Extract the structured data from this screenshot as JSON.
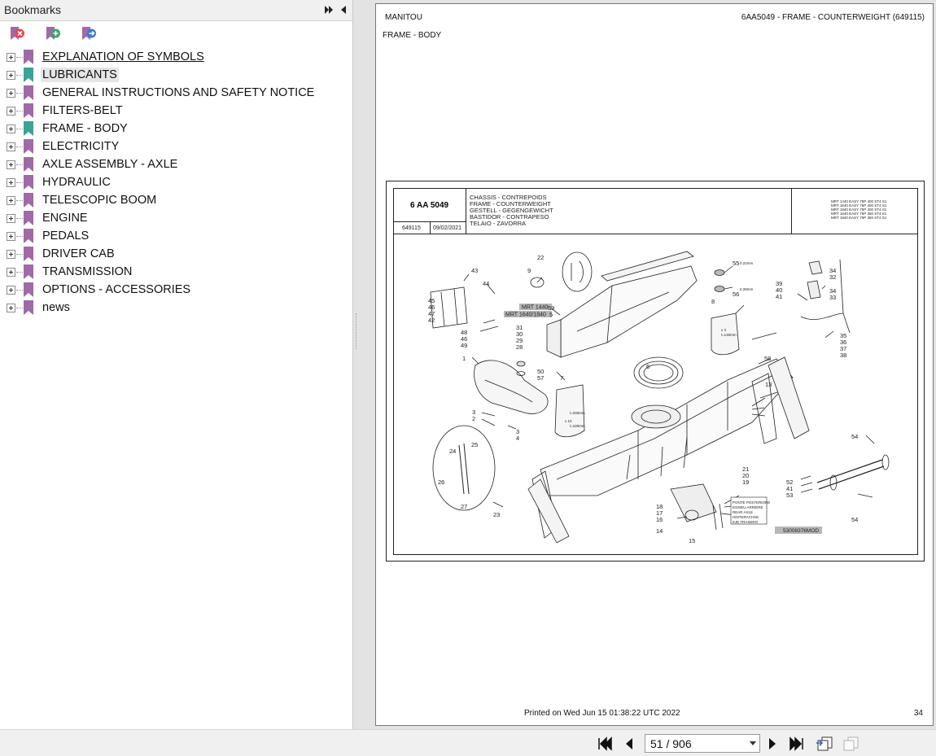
{
  "sidebar": {
    "title": "Bookmarks",
    "toolbar": [
      "remove-bookmark-icon",
      "add-bookmark-icon",
      "goto-bookmark-icon"
    ],
    "items": [
      {
        "label": "EXPLANATION OF SYMBOLS",
        "flag": "#a06aa6",
        "state": "hover"
      },
      {
        "label": "LUBRICANTS",
        "flag": "#3aa39a",
        "state": "active"
      },
      {
        "label": "GENERAL INSTRUCTIONS AND SAFETY NOTICE",
        "flag": "#a06aa6",
        "state": ""
      },
      {
        "label": "FILTERS-BELT",
        "flag": "#a06aa6",
        "state": ""
      },
      {
        "label": "FRAME - BODY",
        "flag": "#3aa39a",
        "state": ""
      },
      {
        "label": "ELECTRICITY",
        "flag": "#a06aa6",
        "state": ""
      },
      {
        "label": "AXLE ASSEMBLY - AXLE",
        "flag": "#a06aa6",
        "state": ""
      },
      {
        "label": "HYDRAULIC",
        "flag": "#a06aa6",
        "state": ""
      },
      {
        "label": "TELESCOPIC BOOM",
        "flag": "#a06aa6",
        "state": ""
      },
      {
        "label": "ENGINE",
        "flag": "#a06aa6",
        "state": ""
      },
      {
        "label": "PEDALS",
        "flag": "#a06aa6",
        "state": ""
      },
      {
        "label": "DRIVER CAB",
        "flag": "#a06aa6",
        "state": ""
      },
      {
        "label": "TRANSMISSION",
        "flag": "#a06aa6",
        "state": ""
      },
      {
        "label": "OPTIONS - ACCESSORIES",
        "flag": "#a06aa6",
        "state": ""
      },
      {
        "label": "news",
        "flag": "#a06aa6",
        "state": ""
      }
    ]
  },
  "page": {
    "brand": "MANITOU",
    "header_right": "6AA5049 - FRAME - COUNTERWEIGHT (649115)",
    "section": "FRAME - BODY",
    "footer_printed": "Printed on   Wed Jun 15 01:38:22 UTC 2022",
    "page_number": "34",
    "title_block": {
      "code": "6 AA 5049",
      "ref": "649115",
      "date": "09/02/2021",
      "names": [
        "CHASSIS - CONTREPOIDS",
        "FRAME - COUNTERWEIGHT",
        "GESTELL - GEGENGEWICHT",
        "BASTIDOR - CONTRAPESO",
        "TELAIO - ZAVORRA"
      ],
      "models": [
        "MRT 1440 EASY 75P 400 ST4 S1",
        "MRT 1640 EASY 75P 400 ST4 S1",
        "MRT 1840 EASY 75P 400 ST4 S1",
        "MRT 1640 EASY 75P 360 ST4 S1",
        "MRT 1840 EASY 75P 360 ST4 S1"
      ]
    },
    "drawing": {
      "labels": [
        "MRT 1440",
        "MRT 1640/1840"
      ],
      "note_box": [
        "PONTE POSTERIORE",
        "ESSIEU ARRIERE",
        "REAR AXLE",
        "HINTERACHSE",
        "EJE TRASERO"
      ],
      "ref_tag": "53008376MOD",
      "dims": [
        "0.22mm",
        "0.28mm",
        "x 3",
        "l=130mm",
        "l=330mm",
        "x 10",
        "l=100mm"
      ],
      "callouts": [
        "43",
        "44",
        "45",
        "46",
        "47",
        "42",
        "48",
        "46",
        "49",
        "9",
        "22",
        "MRT",
        "59",
        "5",
        "31",
        "30",
        "29",
        "28",
        "1",
        "50",
        "57",
        "7",
        "55",
        "56",
        "8",
        "6",
        "58",
        "13",
        "39",
        "40",
        "41",
        "34",
        "32",
        "34",
        "33",
        "35",
        "36",
        "37",
        "38",
        "3",
        "2",
        "3",
        "4",
        "24",
        "25",
        "26",
        "27",
        "23",
        "21",
        "20",
        "19",
        "18",
        "17",
        "16",
        "14",
        "15",
        "54",
        "52",
        "41",
        "53",
        "54"
      ]
    }
  },
  "navbar": {
    "page_display": "51 / 906",
    "buttons": [
      "first-page-icon",
      "prev-page-icon",
      "next-page-icon",
      "last-page-icon",
      "prev-view-icon",
      "next-view-icon"
    ]
  }
}
